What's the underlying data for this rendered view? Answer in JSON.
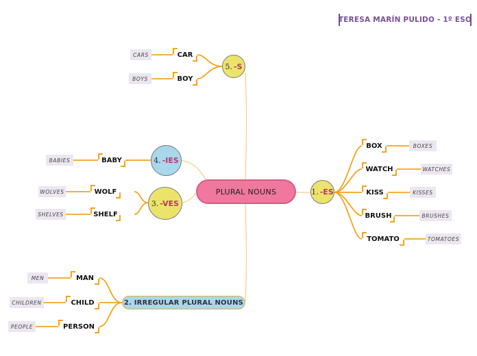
{
  "author": "TERESA MARÍN PULIDO - 1º ESO",
  "central": "PLURAL NOUNS",
  "rules": {
    "s": {
      "num": "5.",
      "suffix": "-S"
    },
    "ies": {
      "num": "4.",
      "suffix": "-IES"
    },
    "ves": {
      "num": "3.",
      "suffix": "-VES"
    },
    "es": {
      "num": "1.",
      "suffix": "-ES"
    },
    "irregular": "2. IRREGULAR PLURAL NOUNS"
  },
  "words": {
    "car": "CAR",
    "cars": "CARS",
    "boy": "BOY",
    "boys": "BOYS",
    "baby": "BABY",
    "babies": "BABIES",
    "wolf": "WOLF",
    "wolves": "WOLVES",
    "shelf": "SHELF",
    "shelves": "SHELVES",
    "box": "BOX",
    "boxes": "BOXES",
    "watch": "WATCH",
    "watches": "WATCHES",
    "kiss": "KISS",
    "kisses": "KISSES",
    "brush": "BRUSH",
    "brushes": "BRUSHES",
    "tomato": "TOMATO",
    "tomatoes": "TOMATOES",
    "man": "MAN",
    "men": "MEN",
    "child": "CHILD",
    "children": "CHILDREN",
    "person": "PERSON",
    "people": "PEOPLE"
  },
  "colors": {
    "central": "#f0779e",
    "circle_yellow": "#ece36a",
    "circle_blue": "#a9d7ec",
    "connector": "#f7a21b",
    "author": "#7a4f9a"
  }
}
